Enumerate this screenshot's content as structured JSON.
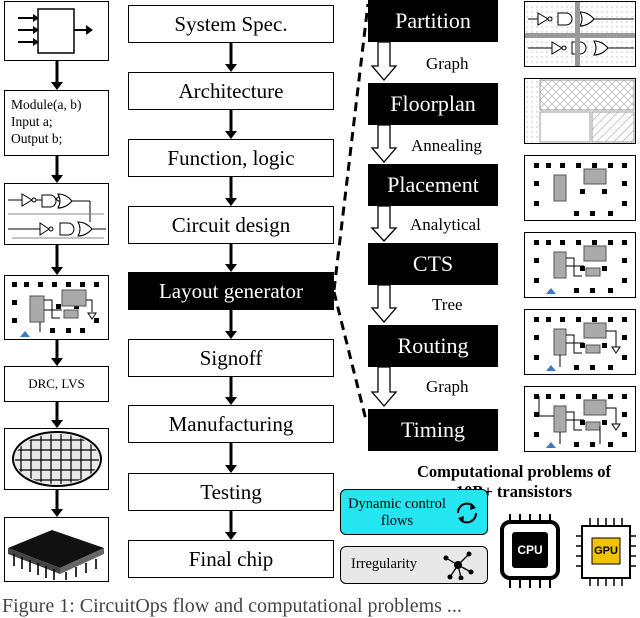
{
  "flow_steps": [
    "System Spec.",
    "Architecture",
    "Function, logic",
    "Circuit design",
    "Layout generator",
    "Signoff",
    "Manufacturing",
    "Testing",
    "Final chip"
  ],
  "pnr_steps": [
    "Partition",
    "Floorplan",
    "Placement",
    "CTS",
    "Routing",
    "Timing"
  ],
  "pnr_methods": [
    "Graph",
    "Annealing",
    "Analytical",
    "Tree",
    "Graph"
  ],
  "verilog_lines": [
    "Module(a, b)",
    "Input a;",
    "Output b;"
  ],
  "drc_label": "DRC, LVS",
  "computational_title": "Computational problems of",
  "computational_subtitle": "10B+ transistors",
  "challenges": {
    "dynamic": "Dynamic control flows",
    "irregularity": "Irregularity"
  },
  "chips": {
    "cpu": "CPU",
    "gpu": "GPU"
  },
  "caption": "Figure 1: CircuitOps flow and computational problems ..."
}
